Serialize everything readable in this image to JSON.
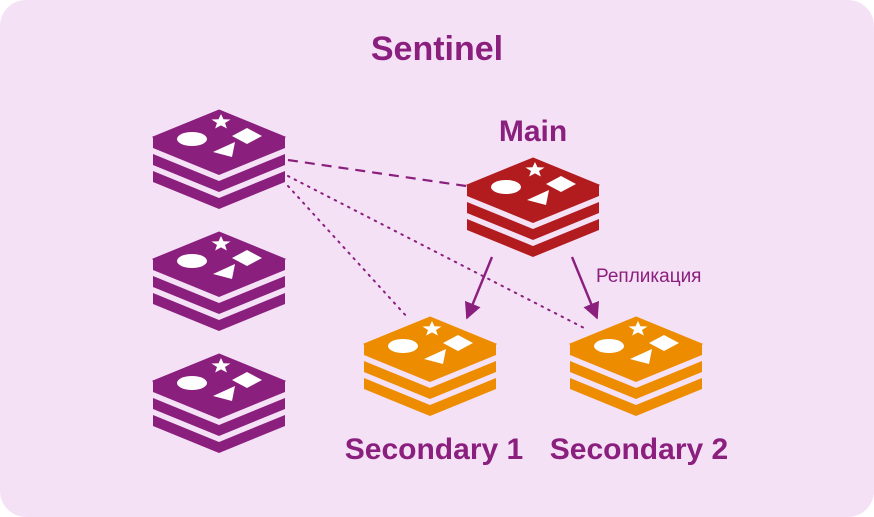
{
  "title": "Sentinel",
  "colors": {
    "background": "#f5e1f5",
    "accent": "#8a1f7e",
    "main": "#b21c1f",
    "secondary": "#ee8c00",
    "sentinel": "#8a1f7e"
  },
  "nodes": {
    "sentinel_1": {
      "label": "",
      "icon": "redis-stack-icon",
      "role": "sentinel"
    },
    "sentinel_2": {
      "label": "",
      "icon": "redis-stack-icon",
      "role": "sentinel"
    },
    "sentinel_3": {
      "label": "",
      "icon": "redis-stack-icon",
      "role": "sentinel"
    },
    "main": {
      "label": "Main",
      "icon": "redis-stack-icon",
      "role": "main"
    },
    "secondary_1": {
      "label": "Secondary 1",
      "icon": "redis-stack-icon",
      "role": "secondary"
    },
    "secondary_2": {
      "label": "Secondary 2",
      "icon": "redis-stack-icon",
      "role": "secondary"
    }
  },
  "edges": {
    "replication_label": "Репликация",
    "list": [
      {
        "from": "main",
        "to": "secondary_1",
        "style": "arrow"
      },
      {
        "from": "main",
        "to": "secondary_2",
        "style": "arrow",
        "label": "Репликация"
      },
      {
        "from": "sentinel_1",
        "to": "main",
        "style": "dashed"
      },
      {
        "from": "sentinel_1",
        "to": "secondary_1",
        "style": "dotted"
      },
      {
        "from": "sentinel_1",
        "to": "secondary_2",
        "style": "dotted"
      }
    ]
  }
}
